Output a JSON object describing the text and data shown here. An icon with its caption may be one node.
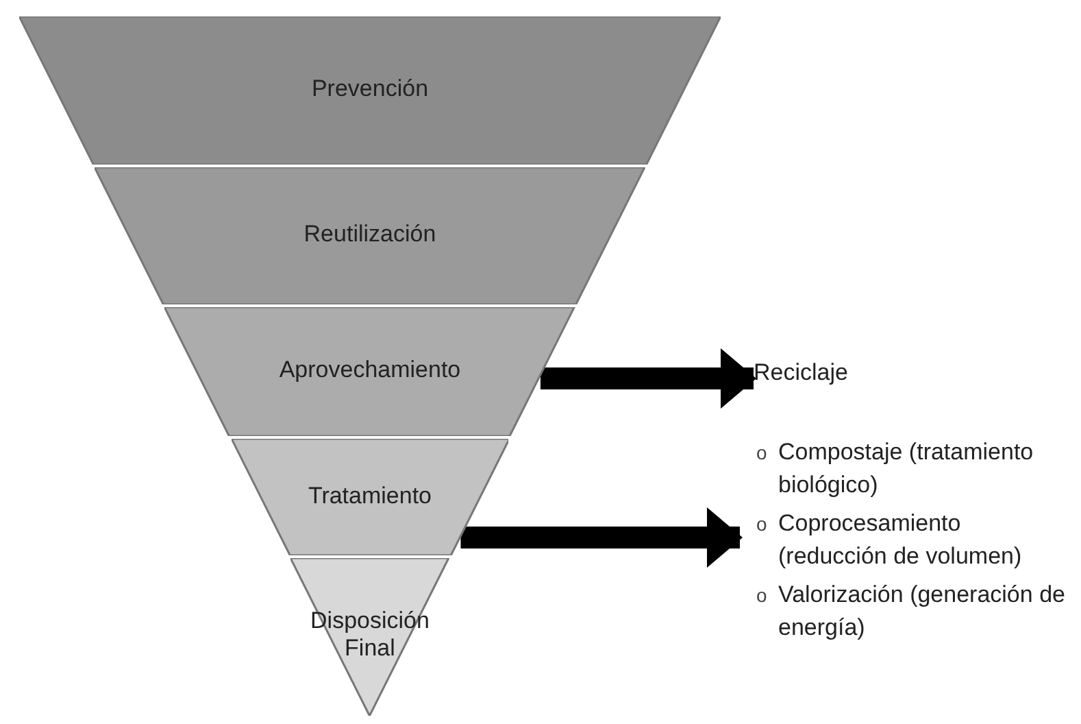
{
  "diagram": {
    "nodes": [
      {
        "text": [
          "Prevención"
        ]
      },
      {
        "text": [
          "Reutilización"
        ]
      },
      {
        "text": [
          "Aprovechamiento"
        ]
      },
      {
        "text": [
          "Tratamiento"
        ]
      },
      {
        "text": [
          "Disposición Final"
        ]
      },
      {
        "text": [
          "Reciclaje"
        ]
      },
      {
        "text": [
          "Compostaje (tratamiento biológico)",
          "Coprocesamiento (reducción de volumen)",
          "Valorización (generación de energía)"
        ]
      }
    ],
    "edges": [
      {
        "from": 2,
        "to": 5,
        "arrow": "to"
      },
      {
        "from": 3,
        "to": 6,
        "arrow": "to"
      }
    ],
    "labels": [
      "o",
      "o",
      "o"
    ]
  }
}
